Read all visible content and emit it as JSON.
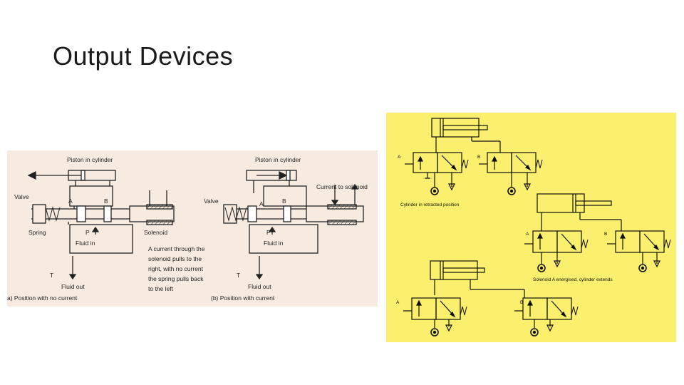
{
  "slide": {
    "title": "Output Devices"
  },
  "left_diagram": {
    "a": {
      "piston_label": "Piston in cylinder",
      "valve_label": "Valve",
      "port_a": "A",
      "port_b": "B",
      "spring_label": "Spring",
      "port_p": "P",
      "fluid_in": "Fluid in",
      "solenoid_label": "Solenoid",
      "port_t": "T",
      "fluid_out": "Fluid out",
      "caption": "a) Position with no current",
      "note_lines": [
        "A current through the",
        "solenoid pulls to the",
        "right, with no current",
        "the spring pulls back",
        "to the left"
      ]
    },
    "b": {
      "piston_label": "Piston in cylinder",
      "valve_label": "Valve",
      "port_a": "A",
      "port_b": "B",
      "current_label": "Current to solenoid",
      "port_p": "P",
      "fluid_in": "Fluid in",
      "port_t": "T",
      "fluid_out": "Fluid out",
      "caption": "(b) Position with current"
    }
  },
  "right_diagram": {
    "bg_color": "#fbef6e",
    "top": {
      "valve_a": "A",
      "valve_b": "B",
      "caption": "Cylinder in retracted position"
    },
    "middle": {
      "valve_a": "A",
      "valve_b": "B",
      "caption": "Solenoid A energised, cylinder extends"
    },
    "bottom": {
      "valve_a": "A",
      "valve_b": "B"
    }
  }
}
